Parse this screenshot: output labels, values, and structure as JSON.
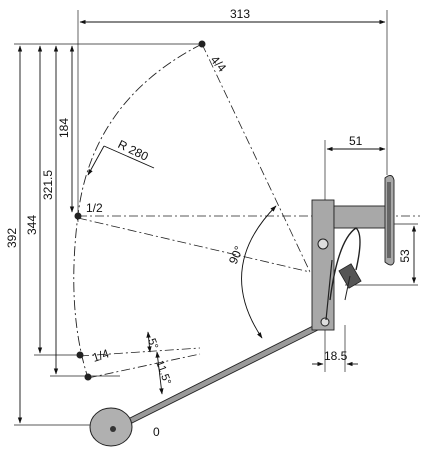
{
  "dimensions": {
    "width_313": "313",
    "height_392": "392",
    "height_344": "344",
    "height_321_5": "321.5",
    "height_184": "184",
    "radius": "R 280",
    "offset_51": "51",
    "offset_53": "53",
    "offset_18_5": "18.5",
    "angle_90": "90°",
    "angle_5": "5°",
    "angle_11_5": "11.5°"
  },
  "positions": {
    "full": "4/4",
    "half": "1/2",
    "quarter": "1/4",
    "empty": "0"
  }
}
